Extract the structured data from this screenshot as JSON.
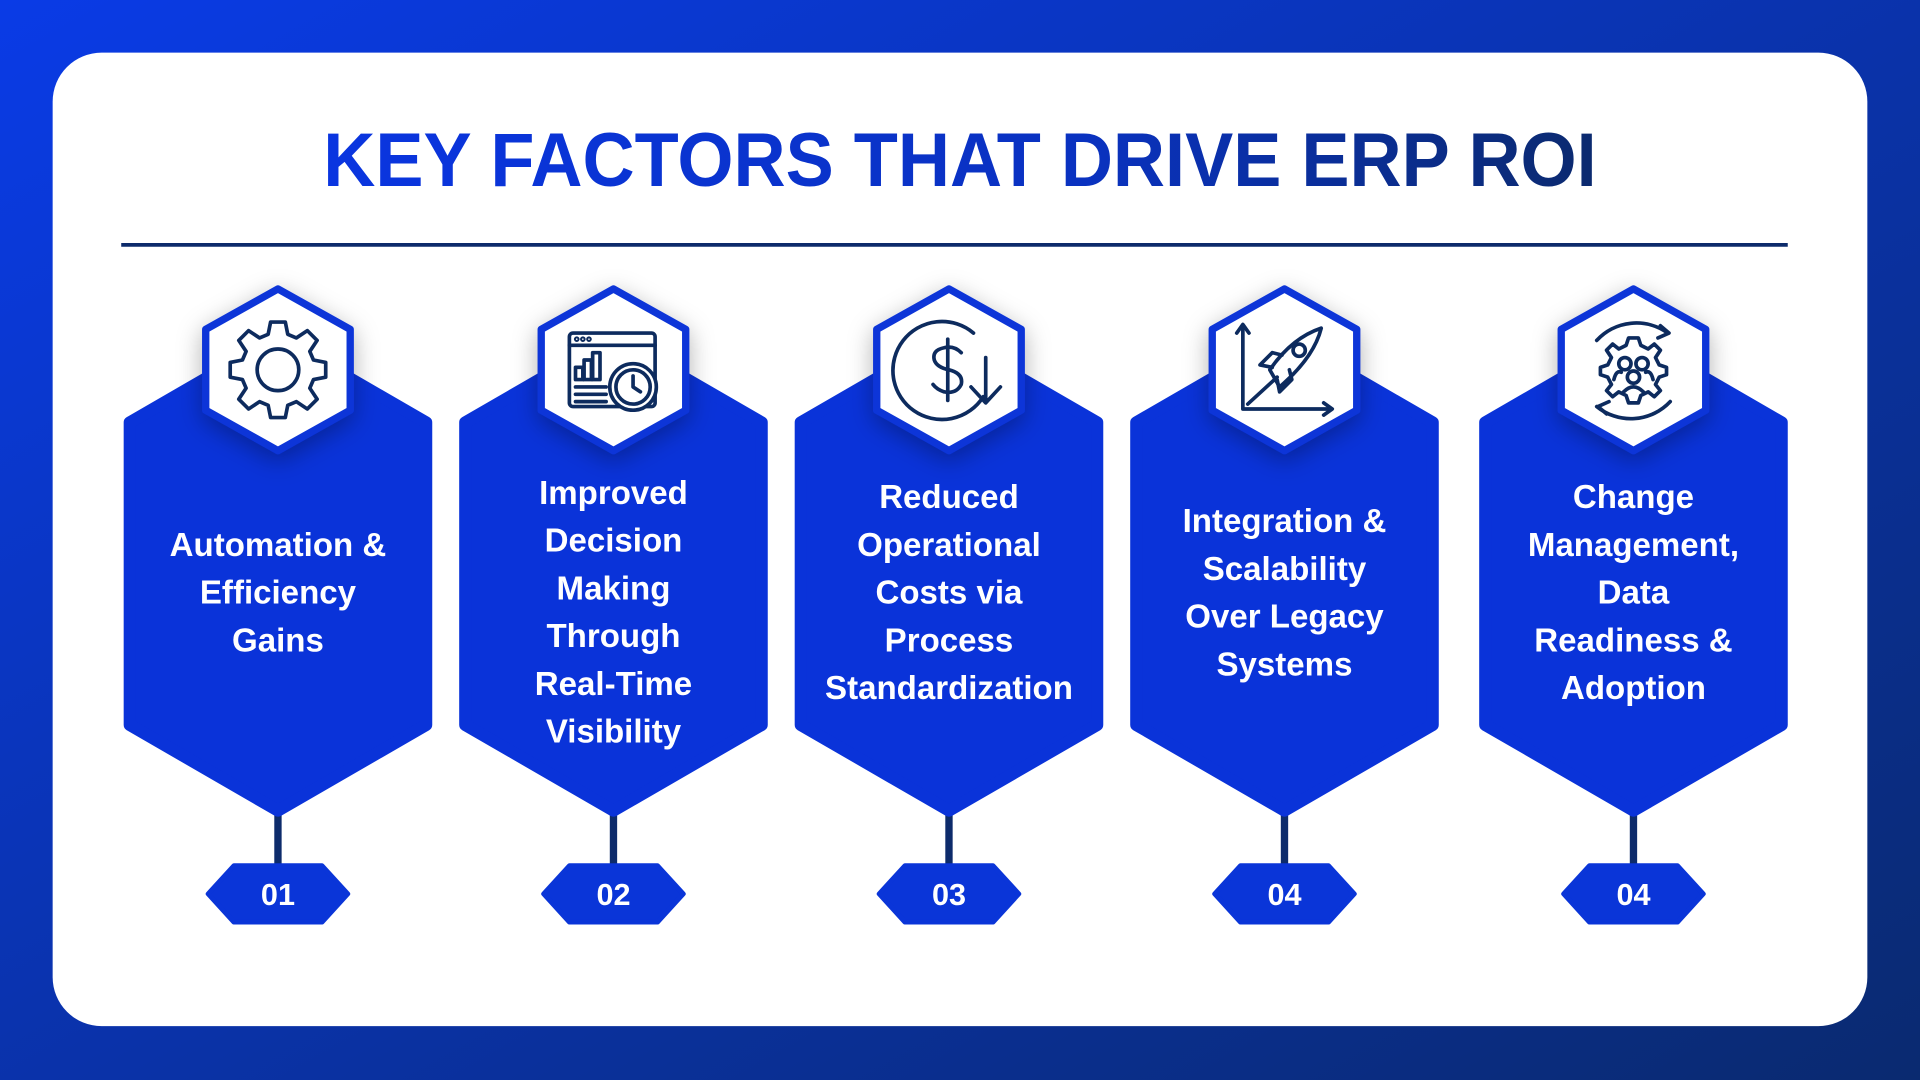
{
  "title": "KEY FACTORS THAT DRIVE ERP ROI",
  "colors": {
    "accent": "#0a35d8",
    "navy": "#0d2b6b",
    "bg_start": "#0a3be6",
    "bg_end": "#0a2a70"
  },
  "factors": [
    {
      "icon": "gear-icon",
      "number": "01",
      "lines": [
        "Automation &",
        "Efficiency",
        "Gains"
      ]
    },
    {
      "icon": "dashboard-clock-icon",
      "number": "02",
      "lines": [
        "Improved",
        "Decision",
        "Making",
        "Through",
        "Real-Time",
        "Visibility"
      ]
    },
    {
      "icon": "dollar-down-icon",
      "number": "03",
      "lines": [
        "Reduced",
        "Operational",
        "Costs via",
        "Process",
        "Standardization"
      ]
    },
    {
      "icon": "rocket-growth-icon",
      "number": "04",
      "lines": [
        "Integration &",
        "Scalability",
        "Over Legacy",
        "Systems"
      ]
    },
    {
      "icon": "team-gear-cycle-icon",
      "number": "04",
      "lines": [
        "Change",
        "Management,",
        "Data",
        "Readiness &",
        "Adoption"
      ]
    }
  ]
}
